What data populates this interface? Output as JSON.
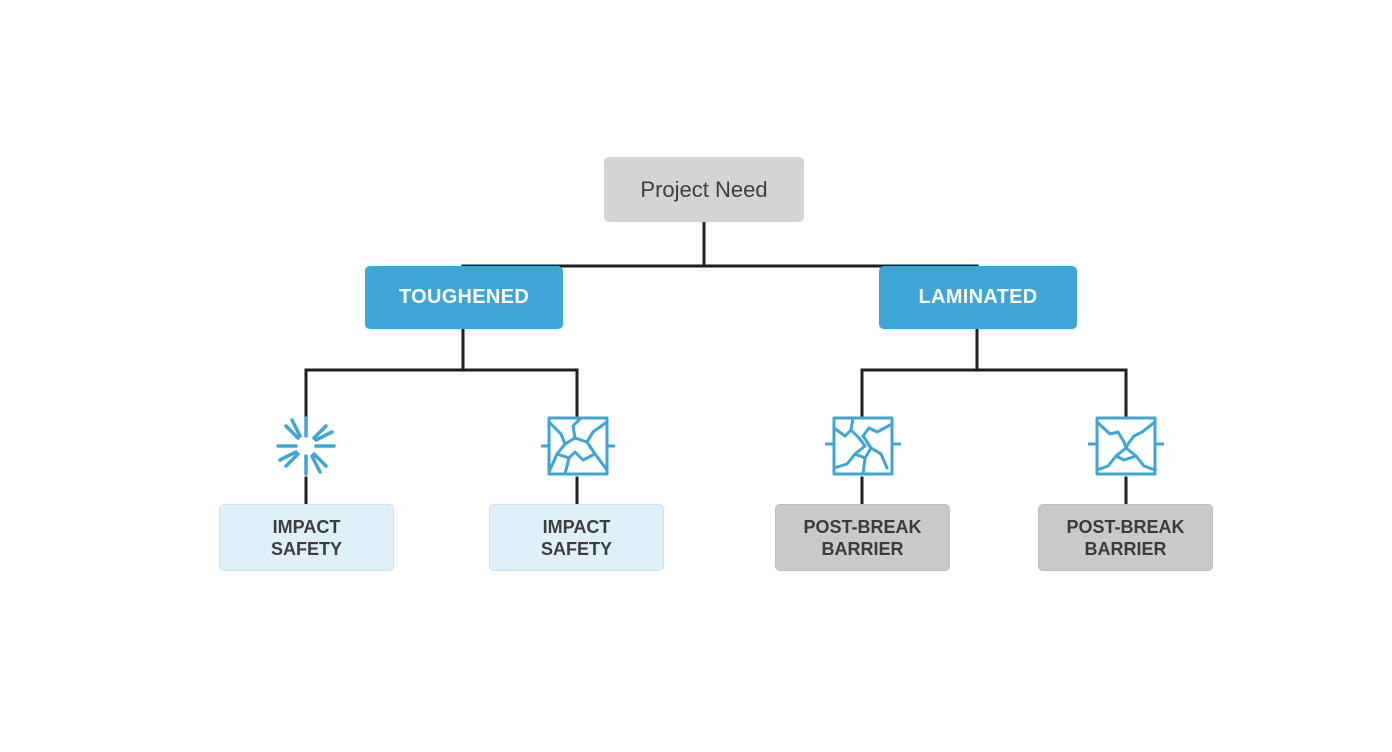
{
  "diagram": {
    "root": {
      "label": "Project Need"
    },
    "types": [
      {
        "label": "TOUGHENED"
      },
      {
        "label": "LAMINATED"
      }
    ],
    "outcomes": [
      {
        "label": "IMPACT\nSAFETY",
        "icon": "starburst-break-icon"
      },
      {
        "label": "IMPACT\nSAFETY",
        "icon": "shattered-square-icon"
      },
      {
        "label": "POST-BREAK\nBARRIER",
        "icon": "cracked-pane-icon"
      },
      {
        "label": "POST-BREAK\nBARRIER",
        "icon": "cracked-pane-icon"
      }
    ],
    "colors": {
      "accent": "#3ea5d6",
      "root_fill": "#d4d4d4",
      "impact_fill": "#dff0f8",
      "post_break_fill": "#c9c9c9",
      "connector": "#1e1e24"
    }
  }
}
